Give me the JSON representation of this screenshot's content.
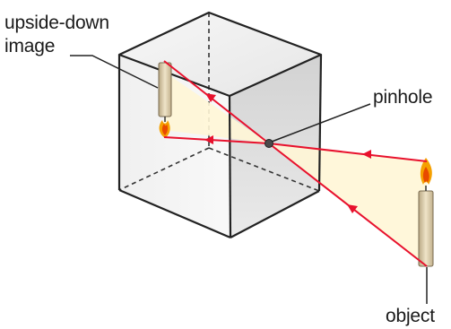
{
  "labels": {
    "upside_down_line1": "upside-down",
    "upside_down_line2": "image",
    "pinhole": "pinhole",
    "object": "object"
  },
  "colors": {
    "ray": "#e8112d",
    "box_face_light": "#f2f2f2",
    "box_face_dark": "#cfcfcf",
    "light_beam": "#fff8dc",
    "candle": "#d9c9a6",
    "flame_outer": "#f5a000",
    "flame_inner": "#e84a00"
  }
}
